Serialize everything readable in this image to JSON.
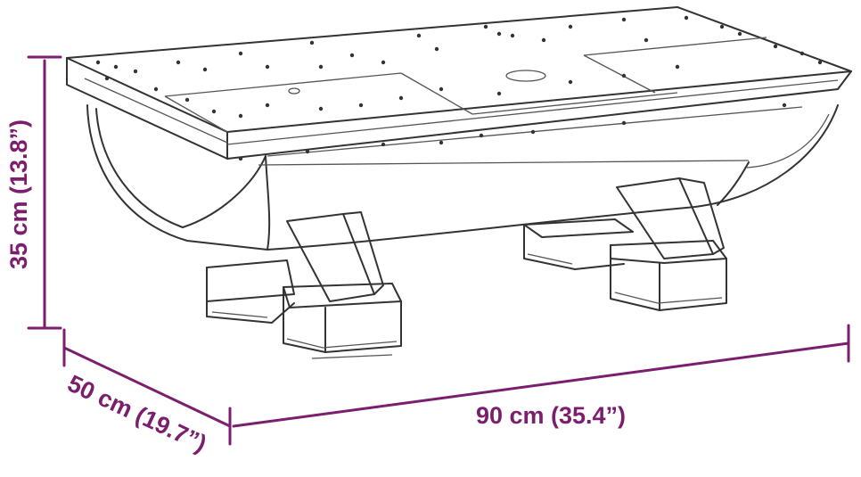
{
  "diagram": {
    "subject": "barrel-style coffee table line drawing with dimensions",
    "dimension_color": "#7b1e6e",
    "line_color": "#333333",
    "dimensions": {
      "height": "35 cm (13.8”)",
      "depth": "50 cm (19.7”)",
      "width": "90 cm (35.4”)"
    }
  }
}
